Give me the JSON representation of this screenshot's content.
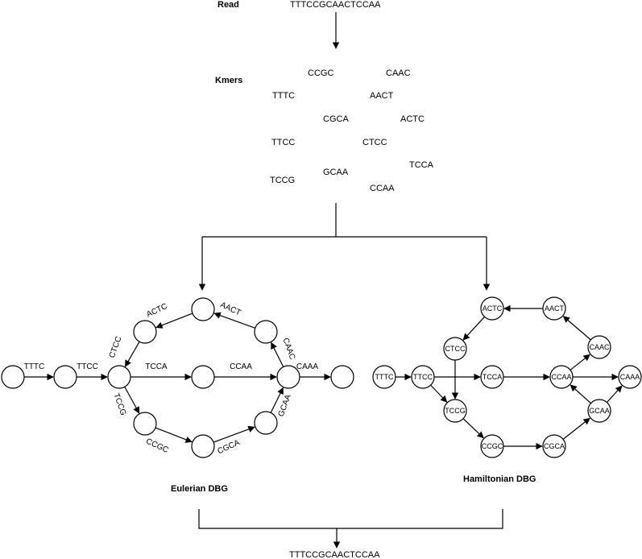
{
  "top": {
    "read_label": "Read",
    "read_sequence": "TTTCCGCAACTCCAA",
    "kmers_label": "Kmers",
    "kmers": [
      "CCGC",
      "CAAC",
      "TTTC",
      "AACT",
      "CGCA",
      "ACTC",
      "TTCC",
      "CTCC",
      "TCCA",
      "TCCG",
      "GCAA",
      "CCAA"
    ]
  },
  "eulerian": {
    "title": "Eulerian DBG",
    "nodes": [
      "e0",
      "e1",
      "e2",
      "e3",
      "e4",
      "e5",
      "e6",
      "e7",
      "e8",
      "e9",
      "e10",
      "e11"
    ],
    "edges": [
      {
        "from": "e0",
        "to": "e1",
        "label": "TTTC"
      },
      {
        "from": "e1",
        "to": "e2",
        "label": "TTCC"
      },
      {
        "from": "e2",
        "to": "e3",
        "label": "TCCA"
      },
      {
        "from": "e3",
        "to": "e4",
        "label": "CCAA"
      },
      {
        "from": "e4",
        "to": "e5",
        "label": "CAAA"
      },
      {
        "from": "e2",
        "to": "e6",
        "label": "TCCG"
      },
      {
        "from": "e6",
        "to": "e7",
        "label": "CCGC"
      },
      {
        "from": "e7",
        "to": "e8",
        "label": "CGCA"
      },
      {
        "from": "e8",
        "to": "e4",
        "label": "GCAA"
      },
      {
        "from": "e4",
        "to": "e9",
        "label": "CAAC"
      },
      {
        "from": "e9",
        "to": "e10",
        "label": "AACT"
      },
      {
        "from": "e10",
        "to": "e11",
        "label": "ACTC"
      },
      {
        "from": "e11",
        "to": "e2",
        "label": "CTCC"
      }
    ]
  },
  "hamiltonian": {
    "title": "Hamiltonian DBG",
    "nodes": [
      {
        "id": "TTTC",
        "label": "TTTC"
      },
      {
        "id": "TTCC",
        "label": "TTCC"
      },
      {
        "id": "TCCA",
        "label": "TCCA"
      },
      {
        "id": "CCAA",
        "label": "CCAA"
      },
      {
        "id": "CAAA",
        "label": "CAAA"
      },
      {
        "id": "CTCC",
        "label": "CTCC"
      },
      {
        "id": "ACTC",
        "label": "ACTC"
      },
      {
        "id": "AACT",
        "label": "AACT"
      },
      {
        "id": "CAAC",
        "label": "CAAC"
      },
      {
        "id": "TCCG",
        "label": "TCCG"
      },
      {
        "id": "CCGC",
        "label": "CCGC"
      },
      {
        "id": "CGCA",
        "label": "CGCA"
      },
      {
        "id": "GCAA",
        "label": "GCAA"
      }
    ],
    "edges": [
      [
        "TTTC",
        "TTCC"
      ],
      [
        "TTCC",
        "TCCA"
      ],
      [
        "TCCA",
        "CCAA"
      ],
      [
        "CCAA",
        "CAAA"
      ],
      [
        "CCAA",
        "CAAC"
      ],
      [
        "CAAC",
        "AACT"
      ],
      [
        "AACT",
        "ACTC"
      ],
      [
        "ACTC",
        "CTCC"
      ],
      [
        "CTCC",
        "TCCG"
      ],
      [
        "TTCC",
        "TCCG"
      ],
      [
        "TCCG",
        "CCGC"
      ],
      [
        "CCGC",
        "CGCA"
      ],
      [
        "CGCA",
        "GCAA"
      ],
      [
        "GCAA",
        "CCAA"
      ],
      [
        "GCAA",
        "CAAA"
      ]
    ]
  },
  "result_sequence": "TTTCCGCAACTCCAA"
}
